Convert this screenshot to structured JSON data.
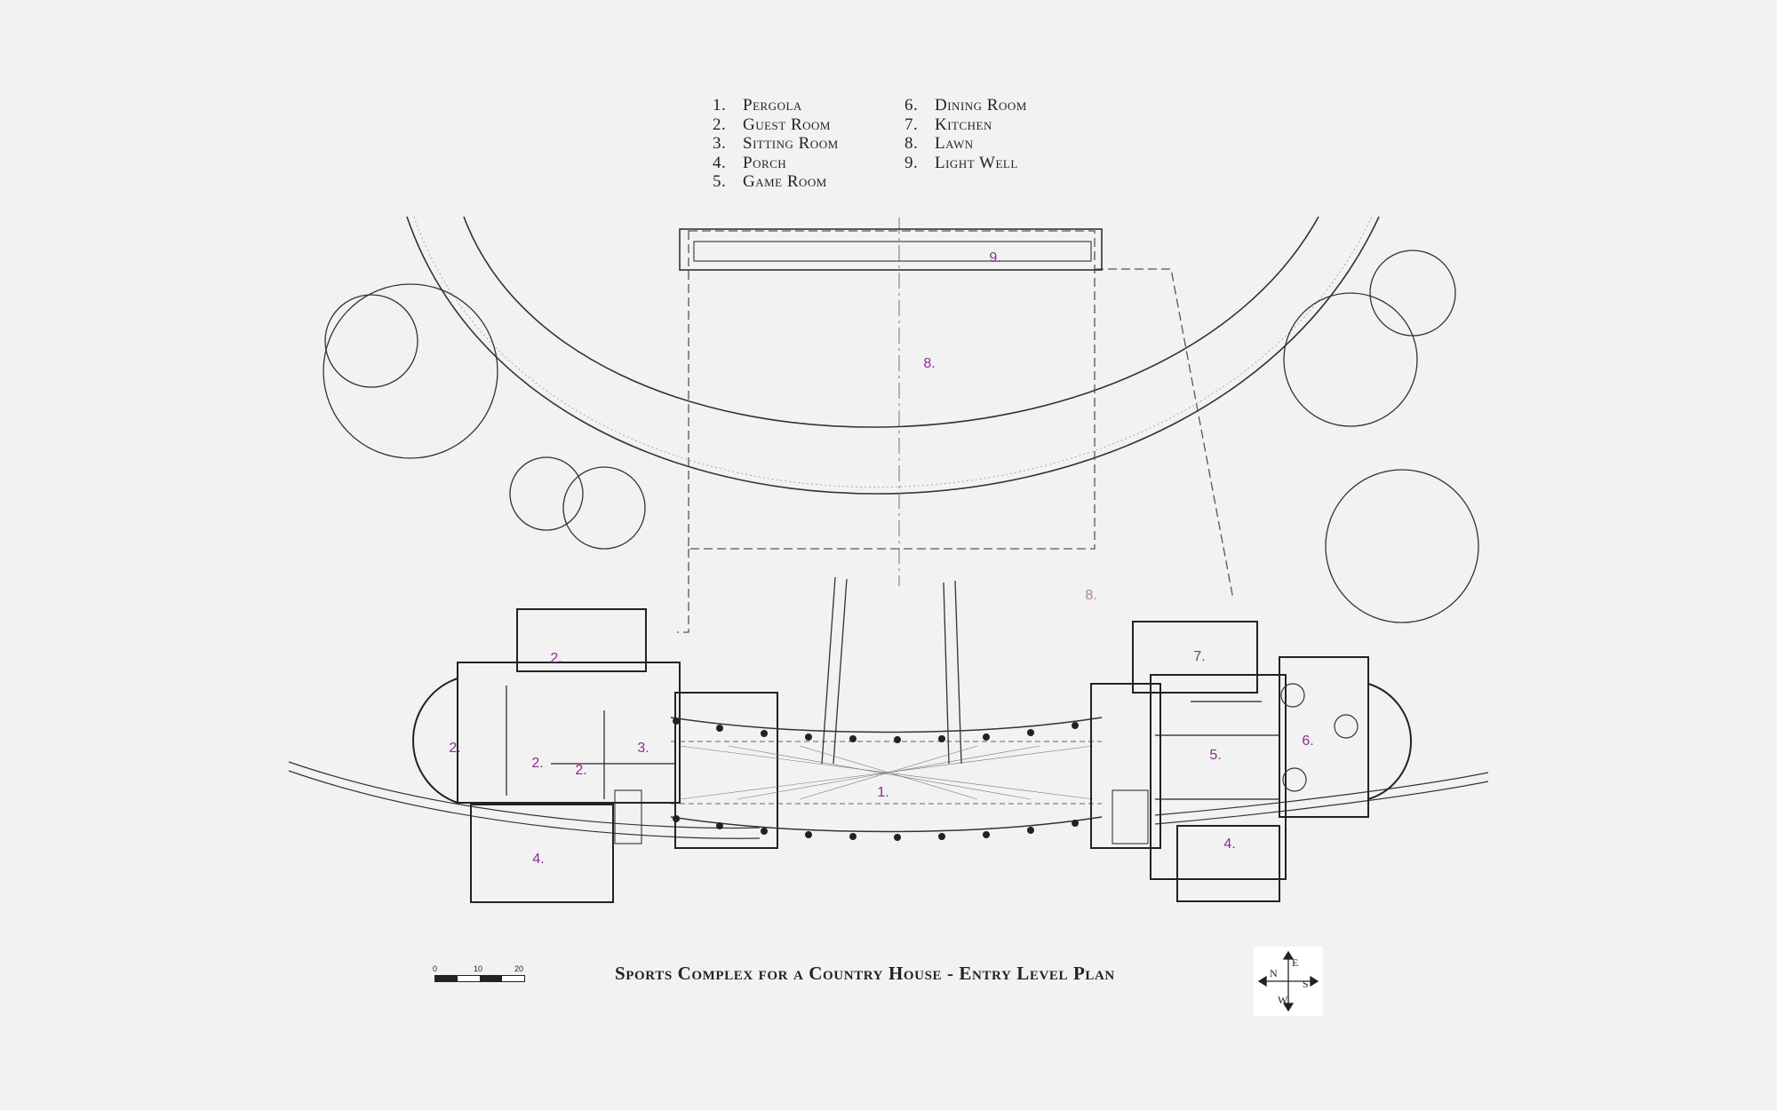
{
  "legend": {
    "left": [
      {
        "num": "1.",
        "label": "Pergola"
      },
      {
        "num": "2.",
        "label": "Guest Room"
      },
      {
        "num": "3.",
        "label": "Sitting Room"
      },
      {
        "num": "4.",
        "label": "Porch"
      },
      {
        "num": "5.",
        "label": "Game Room"
      }
    ],
    "right": [
      {
        "num": "6.",
        "label": "Dining Room"
      },
      {
        "num": "7.",
        "label": "Kitchen"
      },
      {
        "num": "8.",
        "label": "Lawn"
      },
      {
        "num": "9.",
        "label": "Light Well"
      }
    ]
  },
  "room_labels": {
    "lightwell": "9.",
    "lawn_top": "8.",
    "lawn_side": "8.",
    "guest_top": "2.",
    "guest_west": "2.",
    "guest_mid": "2.",
    "guest_east": "2.",
    "sitting": "3.",
    "porch_west": "4.",
    "pergola": "1.",
    "kitchen": "7.",
    "game": "5.",
    "dining": "6.",
    "porch_east": "4."
  },
  "title": "Sports Complex for a Country House  - Entry Level Plan",
  "scale": {
    "labels": [
      "0",
      "10",
      "20"
    ]
  },
  "compass": {
    "n": "N",
    "s": "S",
    "e": "E",
    "w": "W"
  },
  "colors": {
    "room_label": "#8e2a8e",
    "ink": "#222222",
    "background": "#f2f2f2"
  }
}
